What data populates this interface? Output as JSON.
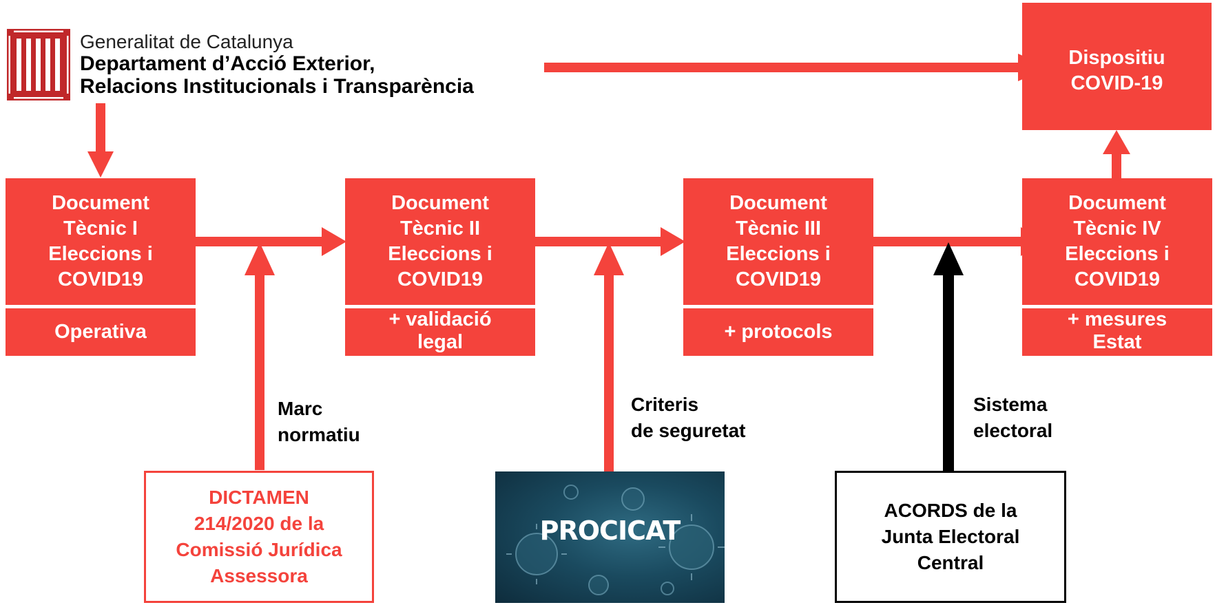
{
  "header": {
    "org_name": "Generalitat de Catalunya",
    "dept_line1": "Departament d’Acció Exterior,",
    "dept_line2": "Relacions Institucionals i Transparència"
  },
  "dispositiu": {
    "label": "Dispositiu\nCOVID-19"
  },
  "documents": [
    {
      "title": "Document\nTècnic I\nEleccions i\nCOVID19",
      "subtitle": "Operativa"
    },
    {
      "title": "Document\nTècnic II\nEleccions i\nCOVID19",
      "subtitle": "+ validació\nlegal"
    },
    {
      "title": "Document\nTècnic III\nEleccions i\nCOVID19",
      "subtitle": "+ protocols"
    },
    {
      "title": "Document\nTècnic IV\nEleccions i\nCOVID19",
      "subtitle": "+ mesures\nEstat"
    }
  ],
  "inputs": [
    {
      "label": "Marc\nnormatiu",
      "source": "DICTAMEN\n214/2020 de la\nComissió Jurídica\nAssessora"
    },
    {
      "label": "Criteris\nde seguretat",
      "source": "PROCICAT"
    },
    {
      "label": "Sistema\nelectoral",
      "source": "ACORDS de la\nJunta Electoral\nCentral"
    }
  ],
  "colors": {
    "accent": "#f4433c",
    "dark_arrow": "#000000",
    "procicat_bg": "#123a4c"
  }
}
